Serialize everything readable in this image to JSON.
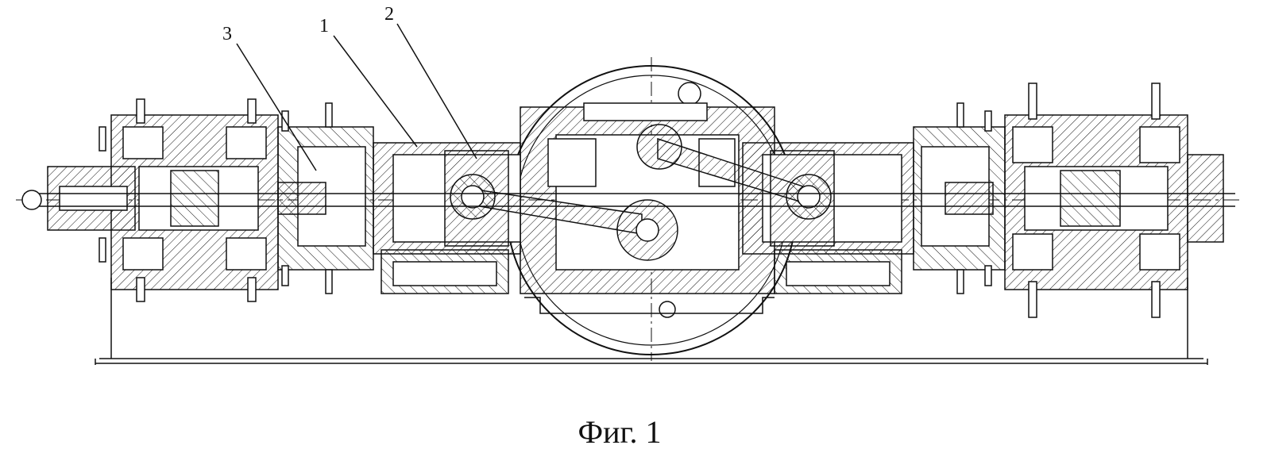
{
  "figure": {
    "reference_labels": [
      {
        "id": "3",
        "text": "3"
      },
      {
        "id": "1",
        "text": "1"
      },
      {
        "id": "2",
        "text": "2"
      }
    ],
    "caption": "Фиг. 1"
  },
  "colors": {
    "ink": "#111111",
    "background": "#ffffff"
  }
}
